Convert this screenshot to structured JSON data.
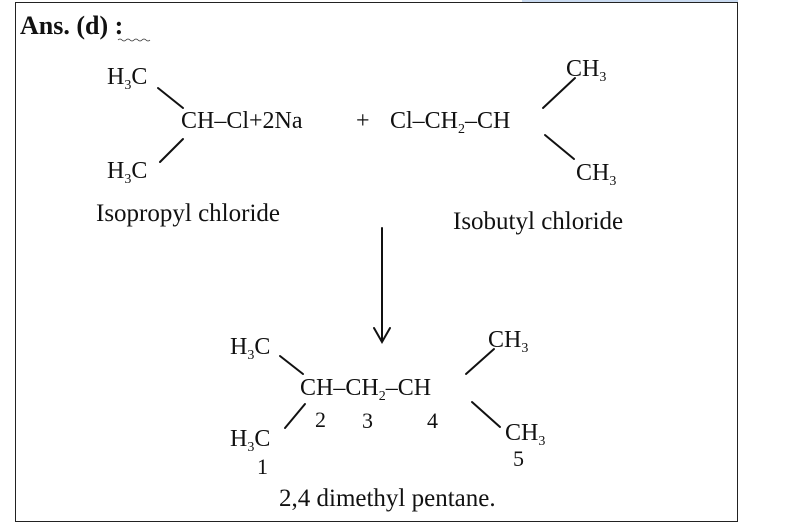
{
  "answer_label": "Ans. (d) :",
  "reaction": {
    "reactant1": {
      "top_group": "H",
      "top_sub": "3",
      "top_c": "C",
      "bottom_group": "H",
      "bottom_sub": "3",
      "bottom_c": "C",
      "center": "CH–Cl+2Na",
      "name": "Isopropyl chloride"
    },
    "plus": "+",
    "reactant2": {
      "center_a": "Cl–CH",
      "center_sub": "2",
      "center_b": "–CH",
      "top_group": "CH",
      "top_sub": "3",
      "bottom_group": "CH",
      "bottom_sub": "3",
      "name": "Isobutyl chloride"
    },
    "product": {
      "top_left": "H",
      "top_left_sub": "3",
      "top_left_c": "C",
      "bottom_left": "H",
      "bottom_left_sub": "3",
      "bottom_left_c": "C",
      "chain_a": "CH–CH",
      "chain_sub": "2",
      "chain_b": "–CH",
      "top_right": "CH",
      "top_right_sub": "3",
      "bottom_right": "CH",
      "bottom_right_sub": "3",
      "numbers": [
        "1",
        "2",
        "3",
        "4",
        "5"
      ],
      "name": "2,4 dimethyl pentane."
    }
  }
}
